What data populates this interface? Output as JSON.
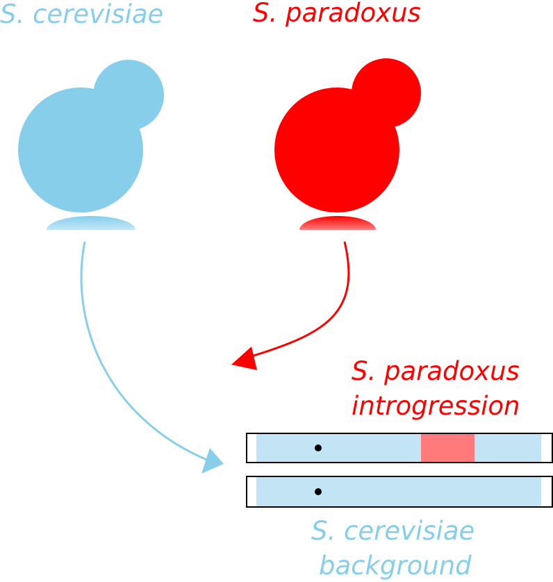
{
  "labels": {
    "cerevisiae_title": "S. cerevisiae",
    "paradoxus_title": "S. paradoxus",
    "introgression_line1": "S. paradoxus",
    "introgression_line2": "introgression",
    "background_line1": "S. cerevisiae",
    "background_line2": "background"
  },
  "colors": {
    "cerevisiae": "#87ceeb",
    "paradoxus": "#ff0000",
    "chromosome_fill": "#c3e4f4",
    "introgression_segment": "#ff7b7b",
    "outline": "#000000"
  }
}
